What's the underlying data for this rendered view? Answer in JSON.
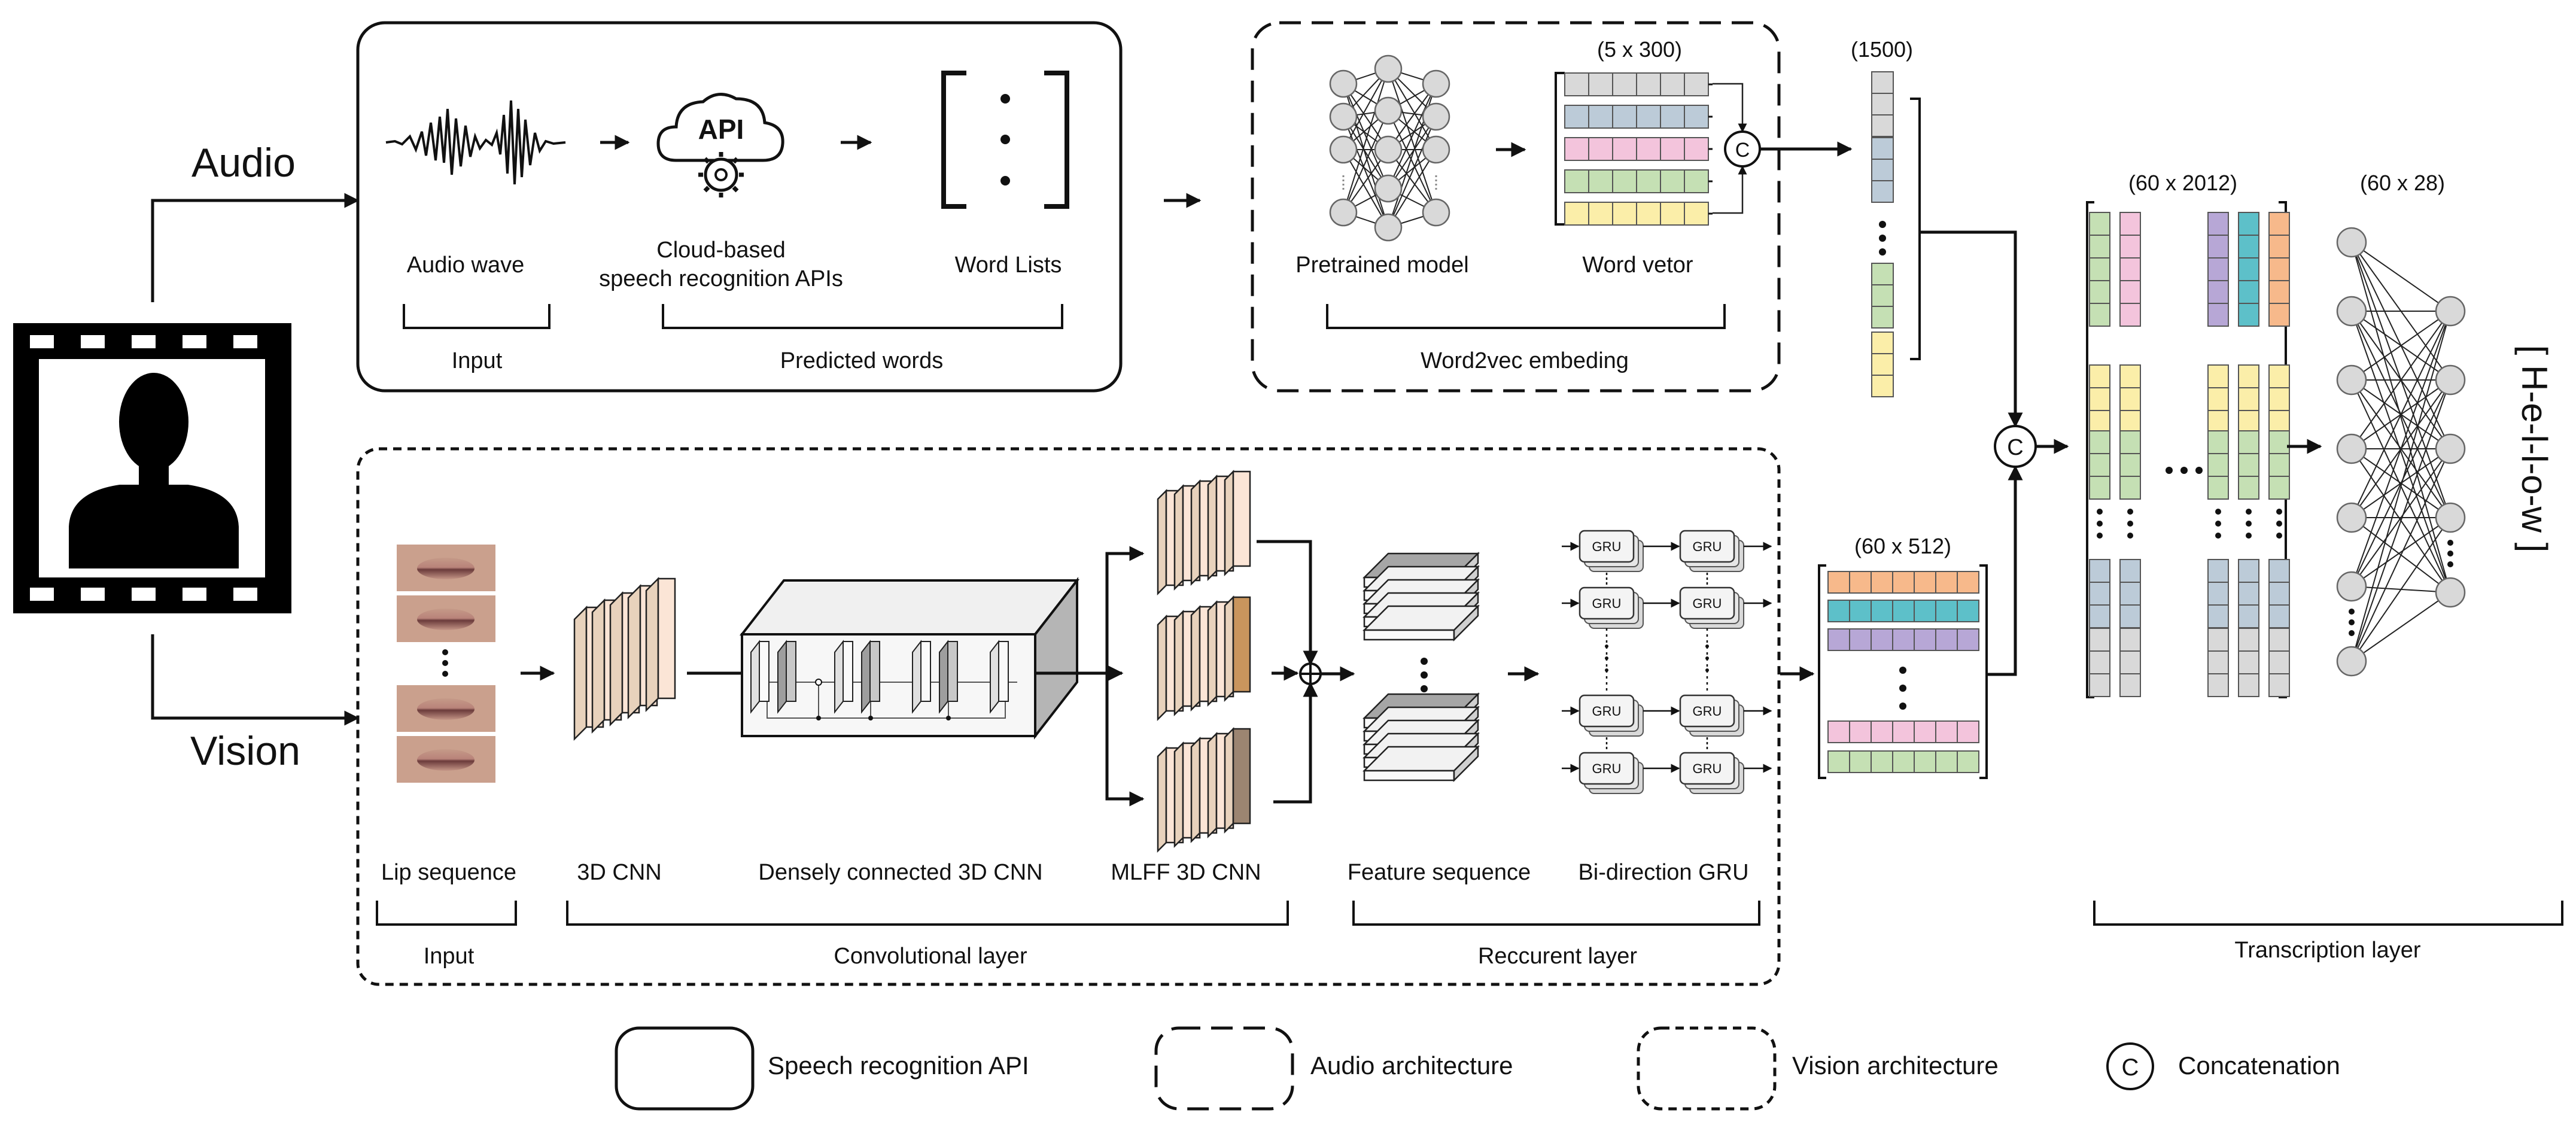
{
  "labels": {
    "audio": "Audio",
    "vision": "Vision",
    "audio_wave": "Audio wave",
    "api_line1": "Cloud-based",
    "api_line2": "speech recognition APIs",
    "api_icon": "API",
    "word_lists": "Word Lists",
    "input": "Input",
    "predicted_words": "Predicted words",
    "pretrained_model": "Pretrained model",
    "word_vector": "Word vetor",
    "word2vec": "Word2vec embeding",
    "lip_sequence": "Lip sequence",
    "cnn3d": "3D CNN",
    "dense_cnn": "Densely connected 3D CNN",
    "mlff_cnn": "MLFF 3D CNN",
    "feature_sequence": "Feature sequence",
    "bigru": "Bi-direction GRU",
    "vision_input": "Input",
    "conv_layer": "Convolutional layer",
    "recurrent_layer": "Reccurent layer",
    "transcription_layer": "Transcription layer",
    "gru": "GRU",
    "concat_symbol": "C",
    "output_word": "[ H-e-l-l-o-w ]"
  },
  "dims": {
    "word_vec": "(5 x 300)",
    "audio_feat": "(1500)",
    "vision_feat": "(60 x 512)",
    "concat_feat": "(60 x 2012)",
    "output": "(60 x 28)"
  },
  "legend": {
    "api": "Speech recognition API",
    "audio": "Audio architecture",
    "vision": "Vision architecture",
    "concat": "Concatenation"
  },
  "colors": {
    "gray": "#d9d9d9",
    "blue": "#bccbd8",
    "pink": "#f3c4dc",
    "green": "#c5e0b4",
    "yellow": "#fbeea9",
    "orange": "#f7b98b",
    "teal": "#5dc0c9",
    "purple": "#b7a7d6",
    "cnn": "#fbe5d6",
    "cnn_dark1": "#c9955d",
    "cnn_dark2": "#9c8571"
  }
}
